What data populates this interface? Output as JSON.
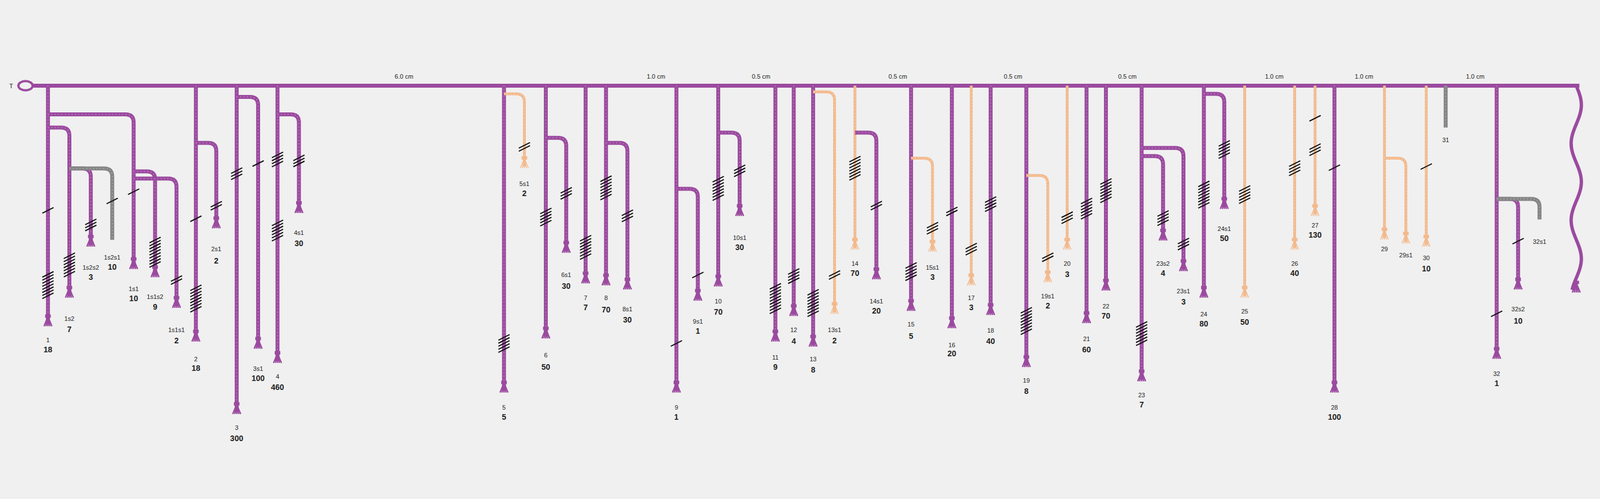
{
  "diagram": {
    "labels": [
      "T",
      "6.0 cm",
      "1.0 cm",
      "0.5 cm",
      "0.5 cm",
      "0.5 cm",
      "0.5 cm",
      "1.0 cm",
      "1.0 cm",
      "1.0 cm",
      "1",
      "18",
      "1s2",
      "7",
      "1s2s2",
      "3",
      "1s2s1",
      "10",
      "1s1",
      "10",
      "1s1s2",
      "9",
      "1s1s1",
      "2",
      "2",
      "18",
      "2s1",
      "2",
      "3",
      "300",
      "3s1",
      "100",
      "4",
      "460",
      "4s1",
      "30",
      "5",
      "5",
      "5s1",
      "2",
      "6",
      "50",
      "6s1",
      "30",
      "7",
      "7",
      "8",
      "70",
      "8s1",
      "30",
      "9",
      "1",
      "9s1",
      "1",
      "10",
      "70",
      "10s1",
      "30",
      "11",
      "9",
      "12",
      "4",
      "13",
      "8",
      "13s1",
      "2",
      "14",
      "70",
      "14s1",
      "20",
      "15",
      "5",
      "15s1",
      "3",
      "16",
      "20",
      "17",
      "3",
      "18",
      "40",
      "19",
      "8",
      "19s1",
      "2",
      "20",
      "3",
      "21",
      "60",
      "22",
      "70",
      "23",
      "7",
      "23s2",
      "4",
      "23s1",
      "3",
      "24",
      "80",
      "24s1",
      "50",
      "25",
      "50",
      "26",
      "40",
      "27",
      "130",
      "28",
      "100",
      "29",
      "29s1",
      "30",
      "10",
      "31",
      "32",
      "1",
      "32s2",
      "10",
      "32s1"
    ]
  }
}
